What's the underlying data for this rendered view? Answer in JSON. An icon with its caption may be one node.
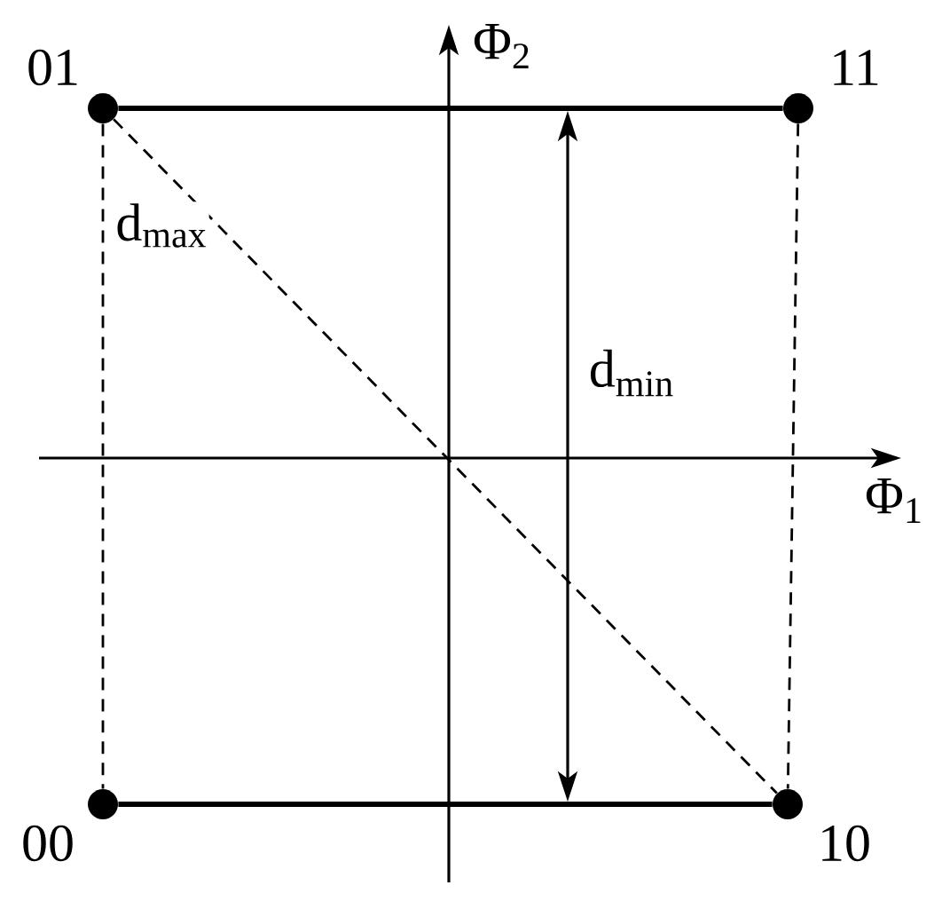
{
  "diagram": {
    "nodes": [
      {
        "text": [],
        "shape": "circle",
        "beside": [
          "01"
        ]
      },
      {
        "text": [],
        "shape": "circle",
        "beside": [
          "11"
        ]
      },
      {
        "text": [],
        "shape": "circle",
        "beside": [
          "00"
        ]
      },
      {
        "text": [],
        "shape": "circle",
        "beside": [
          "10"
        ]
      }
    ],
    "edges": [
      {
        "from": 0,
        "to": 1,
        "arrow": "none",
        "style": "thick"
      },
      {
        "from": 0,
        "to": 2,
        "arrow": "none",
        "style": "dashed"
      },
      {
        "from": 1,
        "to": 3,
        "arrow": "none",
        "style": "dashed"
      },
      {
        "from": 2,
        "to": 3,
        "arrow": "none",
        "style": "thick"
      },
      {
        "from": 0,
        "to": 3,
        "arrow": "none",
        "style": "dashed",
        "label": "d$_{max}$"
      }
    ],
    "labels": [
      "Φ$_{2}$",
      "d$_{min}$",
      "Φ$_{1}$"
    ]
  }
}
